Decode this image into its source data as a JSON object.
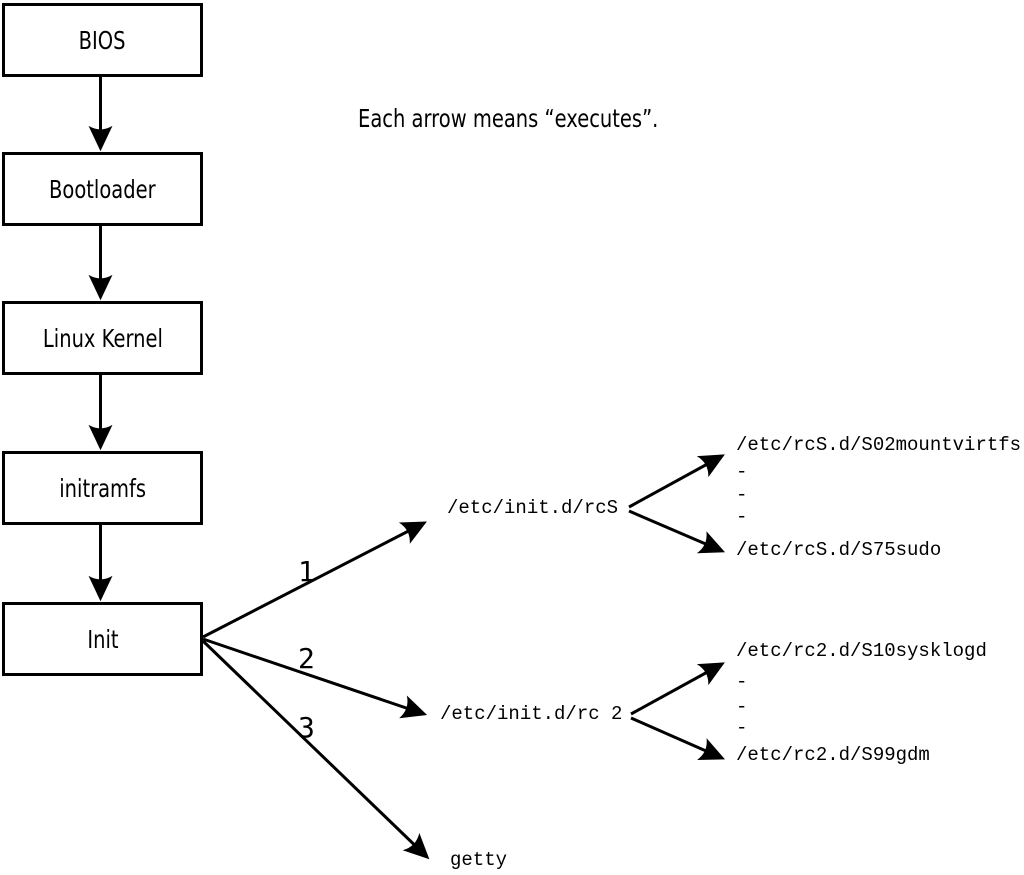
{
  "caption": "Each arrow means “executes”.",
  "boot_chain": [
    {
      "label": "BIOS"
    },
    {
      "label": "Bootloader"
    },
    {
      "label": "Linux Kernel"
    },
    {
      "label": "initramfs"
    },
    {
      "label": "Init"
    }
  ],
  "init_branches": [
    {
      "number": "1",
      "target": "/etc/init.d/rcS"
    },
    {
      "number": "2",
      "target": "/etc/init.d/rc 2"
    },
    {
      "number": "3",
      "target": "getty"
    }
  ],
  "rcS_scripts": {
    "first": "/etc/rcS.d/S02mountvirtfs",
    "ellipsis": [
      "-",
      "-",
      "-"
    ],
    "last": "/etc/rcS.d/S75sudo"
  },
  "rc2_scripts": {
    "first": "/etc/rc2.d/S10sysklogd",
    "ellipsis": [
      "-",
      "-",
      "-"
    ],
    "last": "/etc/rc2.d/S99gdm"
  },
  "colors": {
    "ink": "#000000",
    "background": "#ffffff"
  }
}
